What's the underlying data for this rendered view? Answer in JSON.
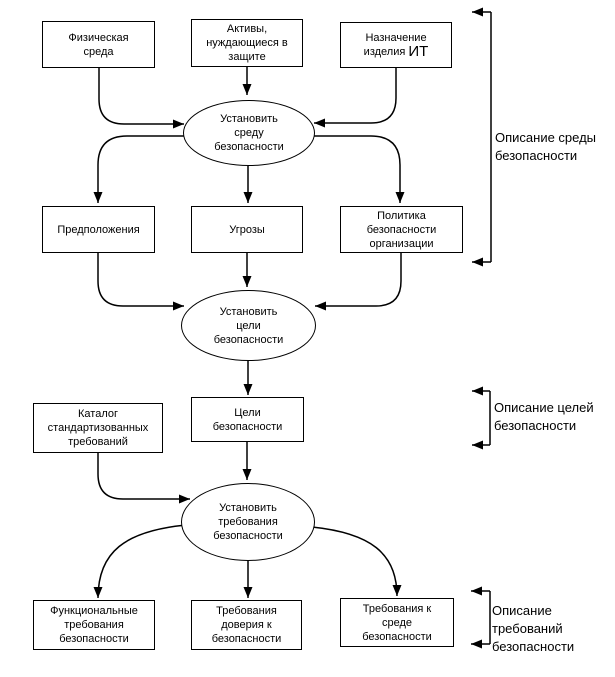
{
  "nodes": {
    "physical_env": {
      "lines": [
        "Физическая",
        "среда"
      ]
    },
    "assets": {
      "lines": [
        "Активы,",
        "нуждающиеся в",
        "защите"
      ]
    },
    "it_purpose": {
      "line1": "Назначение",
      "line2_prefix": "изделия",
      "line2_big": "ИТ"
    },
    "establish_env": {
      "lines": [
        "Установить",
        "среду",
        "безопасности"
      ]
    },
    "assumptions": {
      "lines": [
        "Предположения"
      ]
    },
    "threats": {
      "lines": [
        "Угрозы"
      ]
    },
    "org_policy": {
      "lines": [
        "Политика",
        "безопасности",
        "организации"
      ]
    },
    "establish_goals": {
      "lines": [
        "Установить",
        "цели",
        "безопасности"
      ]
    },
    "goals": {
      "lines": [
        "Цели",
        "безопасности"
      ]
    },
    "catalog": {
      "lines": [
        "Каталог",
        "стандартизованных",
        "требований"
      ]
    },
    "establish_reqs": {
      "lines": [
        "Установить",
        "требования",
        "безопасности"
      ]
    },
    "functional_reqs": {
      "lines": [
        "Функциональные",
        "требования",
        "безопасности"
      ]
    },
    "assurance_reqs": {
      "lines": [
        "Требования",
        "доверия к",
        "безопасности"
      ]
    },
    "env_reqs": {
      "lines": [
        "Требования к",
        "среде",
        "безопасности"
      ]
    }
  },
  "side_labels": {
    "env": {
      "lines": [
        "Описание среды",
        "безопасности"
      ]
    },
    "goals": {
      "lines": [
        "Описание целей",
        "безопасности"
      ]
    },
    "reqs": {
      "lines": [
        "Описание",
        "требований",
        "безопасности"
      ]
    }
  },
  "colors": {
    "stroke": "#000000",
    "node_fill": "#ffffff",
    "text": "#000000",
    "background": "#ffffff"
  }
}
